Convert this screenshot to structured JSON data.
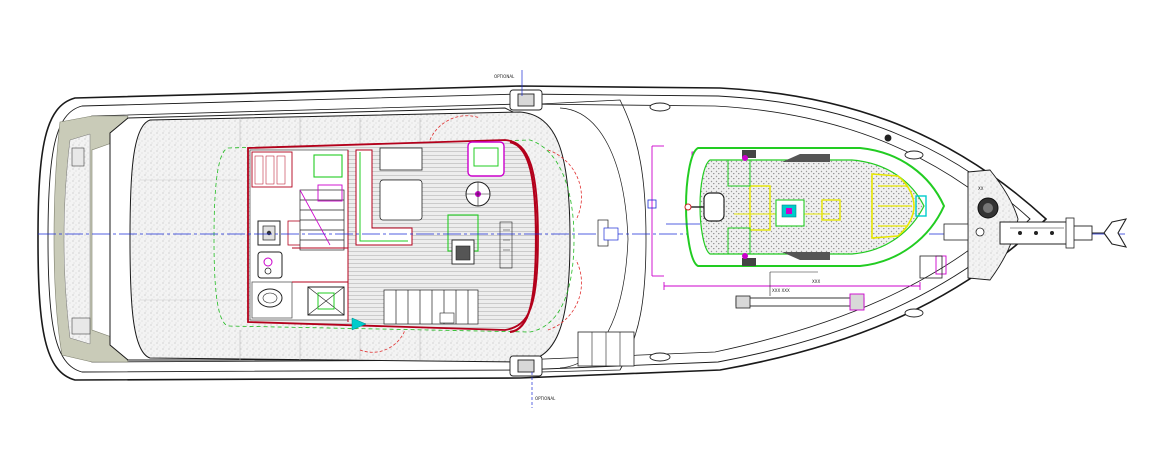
{
  "drawing": {
    "labels": {
      "top_marker": "OPTIONAL",
      "bottom_marker": "OPTIONAL",
      "fore_dimension": "XXX",
      "fore_note": "XXX XXX",
      "bow_note": "XX"
    },
    "colors": {
      "background": "#ffffff",
      "outline": "#1a1a1a",
      "hull_shadow": "#c9cbb8",
      "deck_texture": "#e6e6e6",
      "cabin_wall": "#b3001b",
      "interior_line": "#5a5a5a",
      "dimension": "#cc00cc",
      "centerline": "#1a2bd6",
      "tender_outline": "#22cc22",
      "tender_seats": "#e8e800",
      "accent_cyan": "#00cccc",
      "door_arc": "#e03030",
      "anchor_gear": "#333333"
    }
  }
}
